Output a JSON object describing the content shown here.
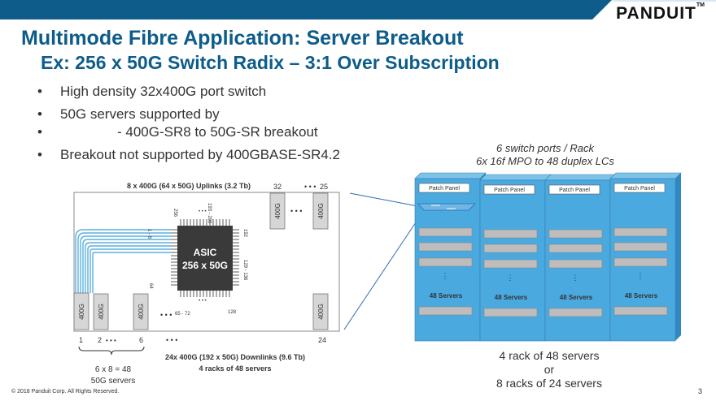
{
  "brand": {
    "name": "PANDUIT",
    "tm": "TM"
  },
  "title": "Multimode Fibre Application: Server Breakout",
  "subtitle": "Ex: 256 x 50G Switch Radix –  3:1 Over Subscription",
  "bullets": [
    {
      "dot": "•",
      "text": "High density 32x400G port switch"
    },
    {
      "dot": "•",
      "text": "50G servers supported by"
    },
    {
      "dot": "•",
      "text": "    - 400G-SR8 to 50G-SR breakout"
    },
    {
      "dot": "•",
      "text": "Breakout not supported by 400GBASE-SR4.2"
    }
  ],
  "switch": {
    "uplinks_label": "8 x 400G (64 x 50G) Uplinks (3.2 Tb)",
    "downlinks_label": "24x 400G (192 x 50G) Downlinks (9.6 Tb)",
    "downlinks_sub": "4 racks of 48 servers",
    "asic_line1": "ASIC",
    "asic_line2": "256 x 50G",
    "port_label": "400G",
    "port_32": "32",
    "port_25": "25",
    "port_24": "24",
    "port_1": "1",
    "port_2": "2",
    "port_6": "6",
    "dots": "• • •",
    "pin_256": "256",
    "pin_193_200": "193 - 200",
    "pin_192": "192",
    "pin_129_136": "129 - 136",
    "pin_128": "128",
    "pin_65_72": "65 - 72",
    "pin_64": "64",
    "pin_1_8": "1 - 8",
    "breakout_calc": "6 x 8 = 48",
    "breakout_servers": "50G servers"
  },
  "racks": {
    "caption_line1": "6 switch ports / Rack",
    "caption_line2": "6x 16f MPO to 48 duplex LCs",
    "patch_panel": "Patch Panel",
    "servers": "48 Servers",
    "summary_line1": "4 rack of 48 servers",
    "summary_line2": "or",
    "summary_line3": "8 racks of 24 servers"
  },
  "footer": "© 2018 Panduit Corp.  All Rights Reserved.",
  "page_number": "3",
  "colors": {
    "banner": "#0d5c8a",
    "title": "#0d5c8a",
    "rack": "#4aa9df",
    "fiber": "#5ab0de"
  }
}
